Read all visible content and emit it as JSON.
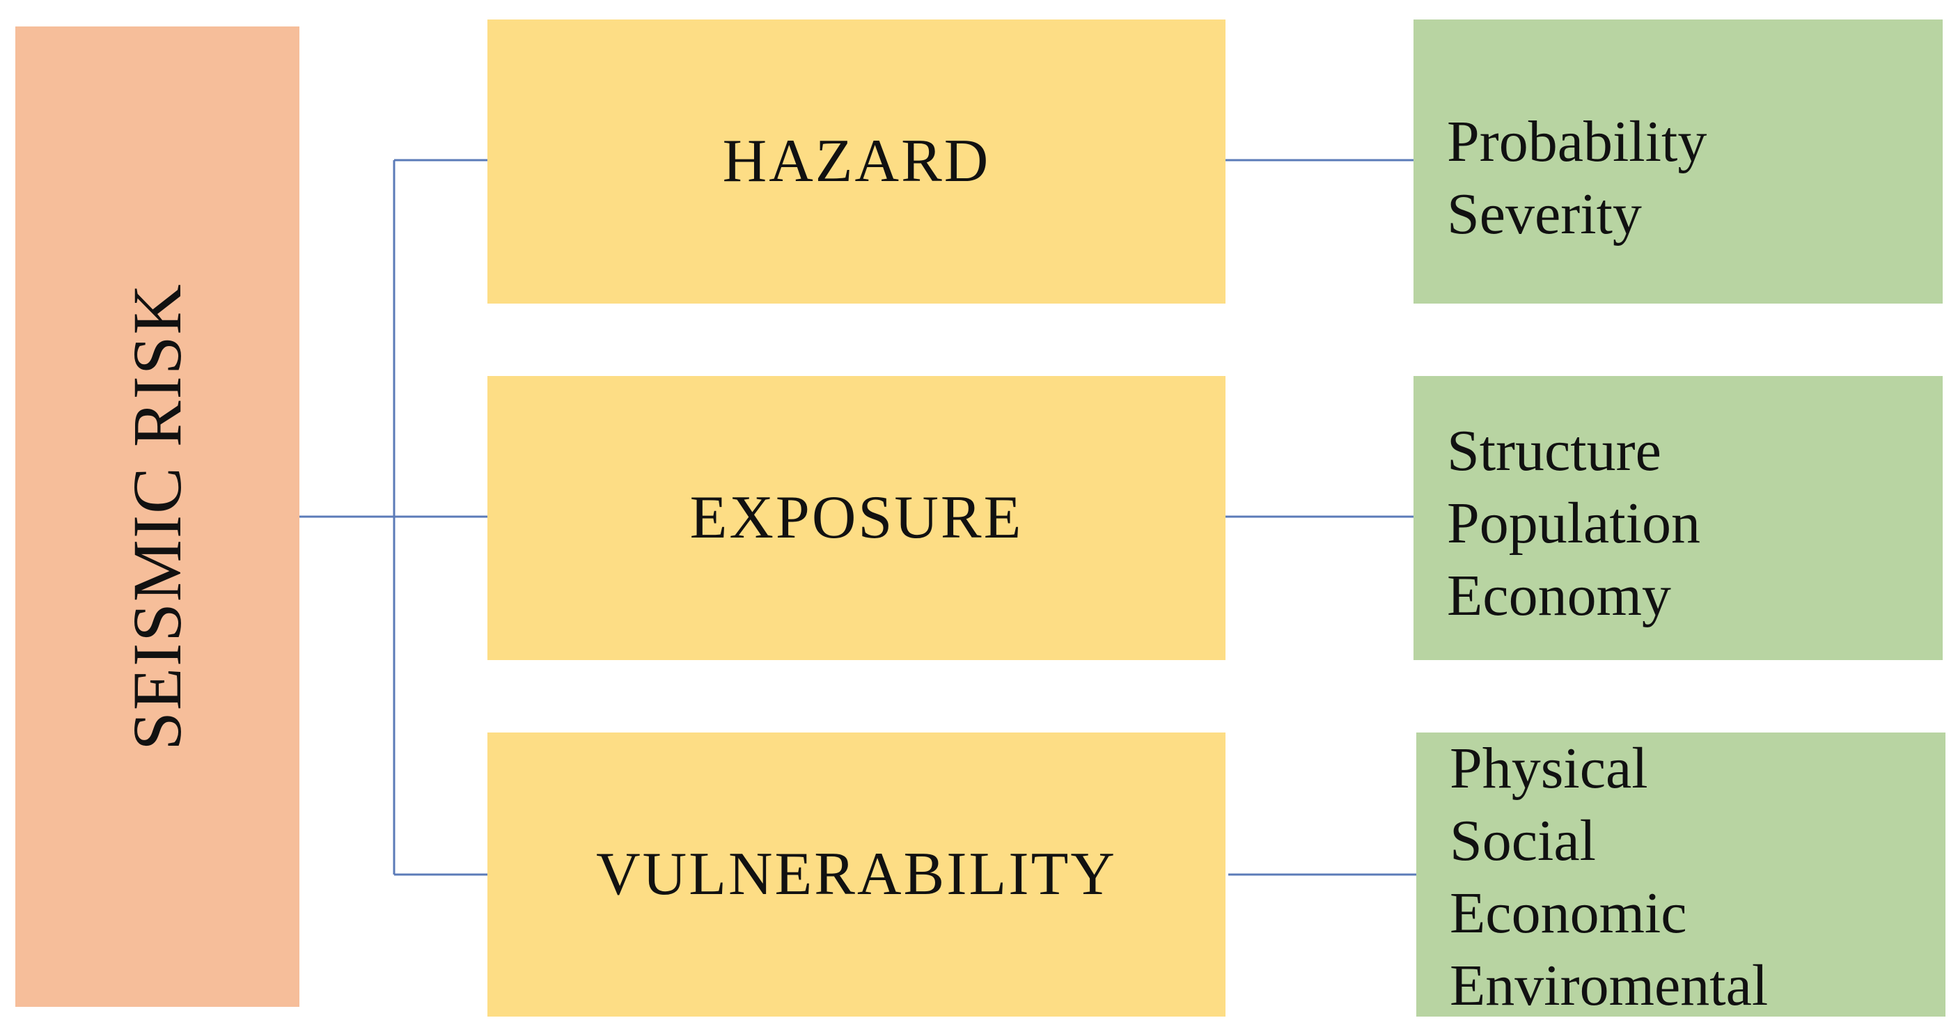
{
  "root": {
    "label": "SEISMIC RISK"
  },
  "categories": [
    {
      "id": "hazard",
      "label": "HAZARD",
      "items": [
        "Probability",
        "Severity"
      ]
    },
    {
      "id": "exposure",
      "label": "EXPOSURE",
      "items": [
        "Structure",
        "Population",
        "Economy"
      ]
    },
    {
      "id": "vulnerability",
      "label": "VULNERABILITY",
      "items": [
        "Physical",
        "Social",
        "Economic",
        "Enviromental"
      ]
    }
  ],
  "colors": {
    "root_fill": "#F6BE9A",
    "category_fill": "#FDDD85",
    "subitem_fill": "#B8D4A2",
    "connector": "#5B7BB8"
  }
}
